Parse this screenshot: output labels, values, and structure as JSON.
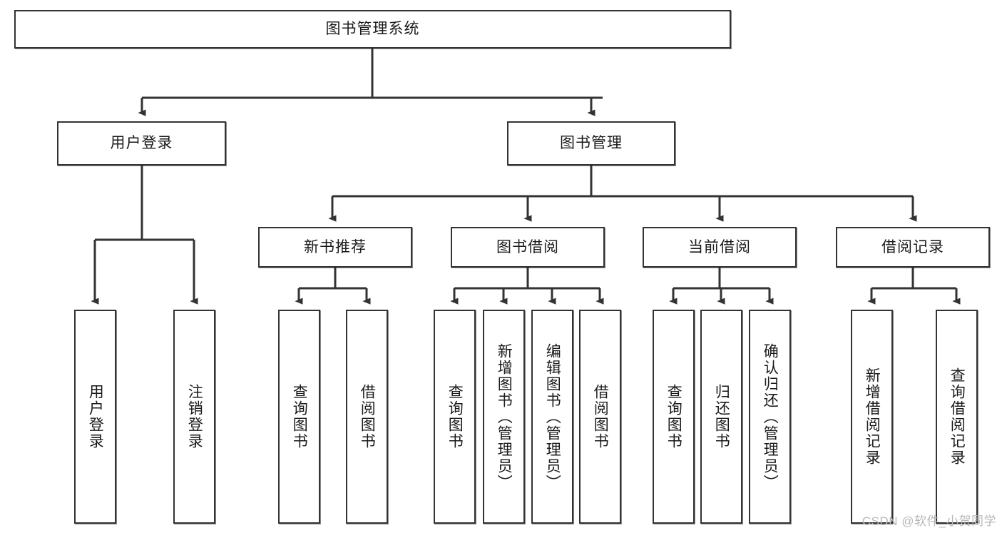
{
  "diagram": {
    "type": "tree-hierarchy",
    "title": "图书管理系统",
    "root": {
      "id": "root",
      "label": "图书管理系统",
      "orientation": "horizontal"
    },
    "level2": [
      {
        "id": "user-login",
        "label": "用户登录",
        "orientation": "horizontal"
      },
      {
        "id": "book-manage",
        "label": "图书管理",
        "orientation": "horizontal"
      }
    ],
    "level3": [
      {
        "id": "new-book-rec",
        "label": "新书推荐",
        "orientation": "horizontal",
        "parent": "book-manage"
      },
      {
        "id": "book-borrow",
        "label": "图书借阅",
        "orientation": "horizontal",
        "parent": "book-manage"
      },
      {
        "id": "current-borrow",
        "label": "当前借阅",
        "orientation": "horizontal",
        "parent": "book-manage"
      },
      {
        "id": "borrow-record",
        "label": "借阅记录",
        "orientation": "horizontal",
        "parent": "book-manage"
      }
    ],
    "leaves": [
      {
        "id": "leaf-user-login",
        "label": "用户登录",
        "parent": "user-login"
      },
      {
        "id": "leaf-logout",
        "label": "注销登录",
        "parent": "user-login"
      },
      {
        "id": "leaf-query-book-1",
        "label": "查询图书",
        "parent": "new-book-rec"
      },
      {
        "id": "leaf-borrow-book-1",
        "label": "借阅图书",
        "parent": "new-book-rec"
      },
      {
        "id": "leaf-query-book-2",
        "label": "查询图书",
        "parent": "book-borrow"
      },
      {
        "id": "leaf-add-book",
        "label": "新增图书（管理员）",
        "parent": "book-borrow"
      },
      {
        "id": "leaf-edit-book",
        "label": "编辑图书（管理员）",
        "parent": "book-borrow"
      },
      {
        "id": "leaf-borrow-book-2",
        "label": "借阅图书",
        "parent": "book-borrow"
      },
      {
        "id": "leaf-query-book-3",
        "label": "查询图书",
        "parent": "current-borrow"
      },
      {
        "id": "leaf-return-book",
        "label": "归还图书",
        "parent": "current-borrow"
      },
      {
        "id": "leaf-confirm-return",
        "label": "确认归还（管理员）",
        "parent": "current-borrow"
      },
      {
        "id": "leaf-add-record",
        "label": "新增借阅记录",
        "parent": "borrow-record"
      },
      {
        "id": "leaf-query-record",
        "label": "查询借阅记录",
        "parent": "borrow-record"
      }
    ],
    "colors": {
      "box_border": "#333333",
      "box_fill": "#ffffff",
      "edge": "#333333",
      "text": "#1a1a1a",
      "watermark": "#b8b8b8"
    }
  },
  "watermark": {
    "text": "CSDN @软件_小贺同学"
  }
}
